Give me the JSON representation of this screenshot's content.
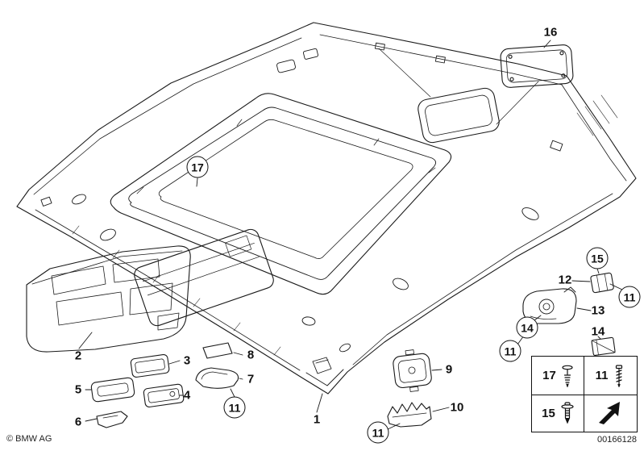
{
  "callouts": {
    "n1": "1",
    "n2": "2",
    "n3": "3",
    "n4": "4",
    "n5": "5",
    "n6": "6",
    "n7": "7",
    "n8": "8",
    "n9": "9",
    "n10": "10",
    "n11": "11",
    "n12": "12",
    "n13": "13",
    "n14": "14",
    "n15": "15",
    "n16": "16",
    "n17": "17"
  },
  "legend": {
    "fastener_17": "17",
    "fastener_11": "11",
    "fastener_15": "15"
  },
  "footer": {
    "copyright": "© BMW AG",
    "document_number": "00166128"
  }
}
